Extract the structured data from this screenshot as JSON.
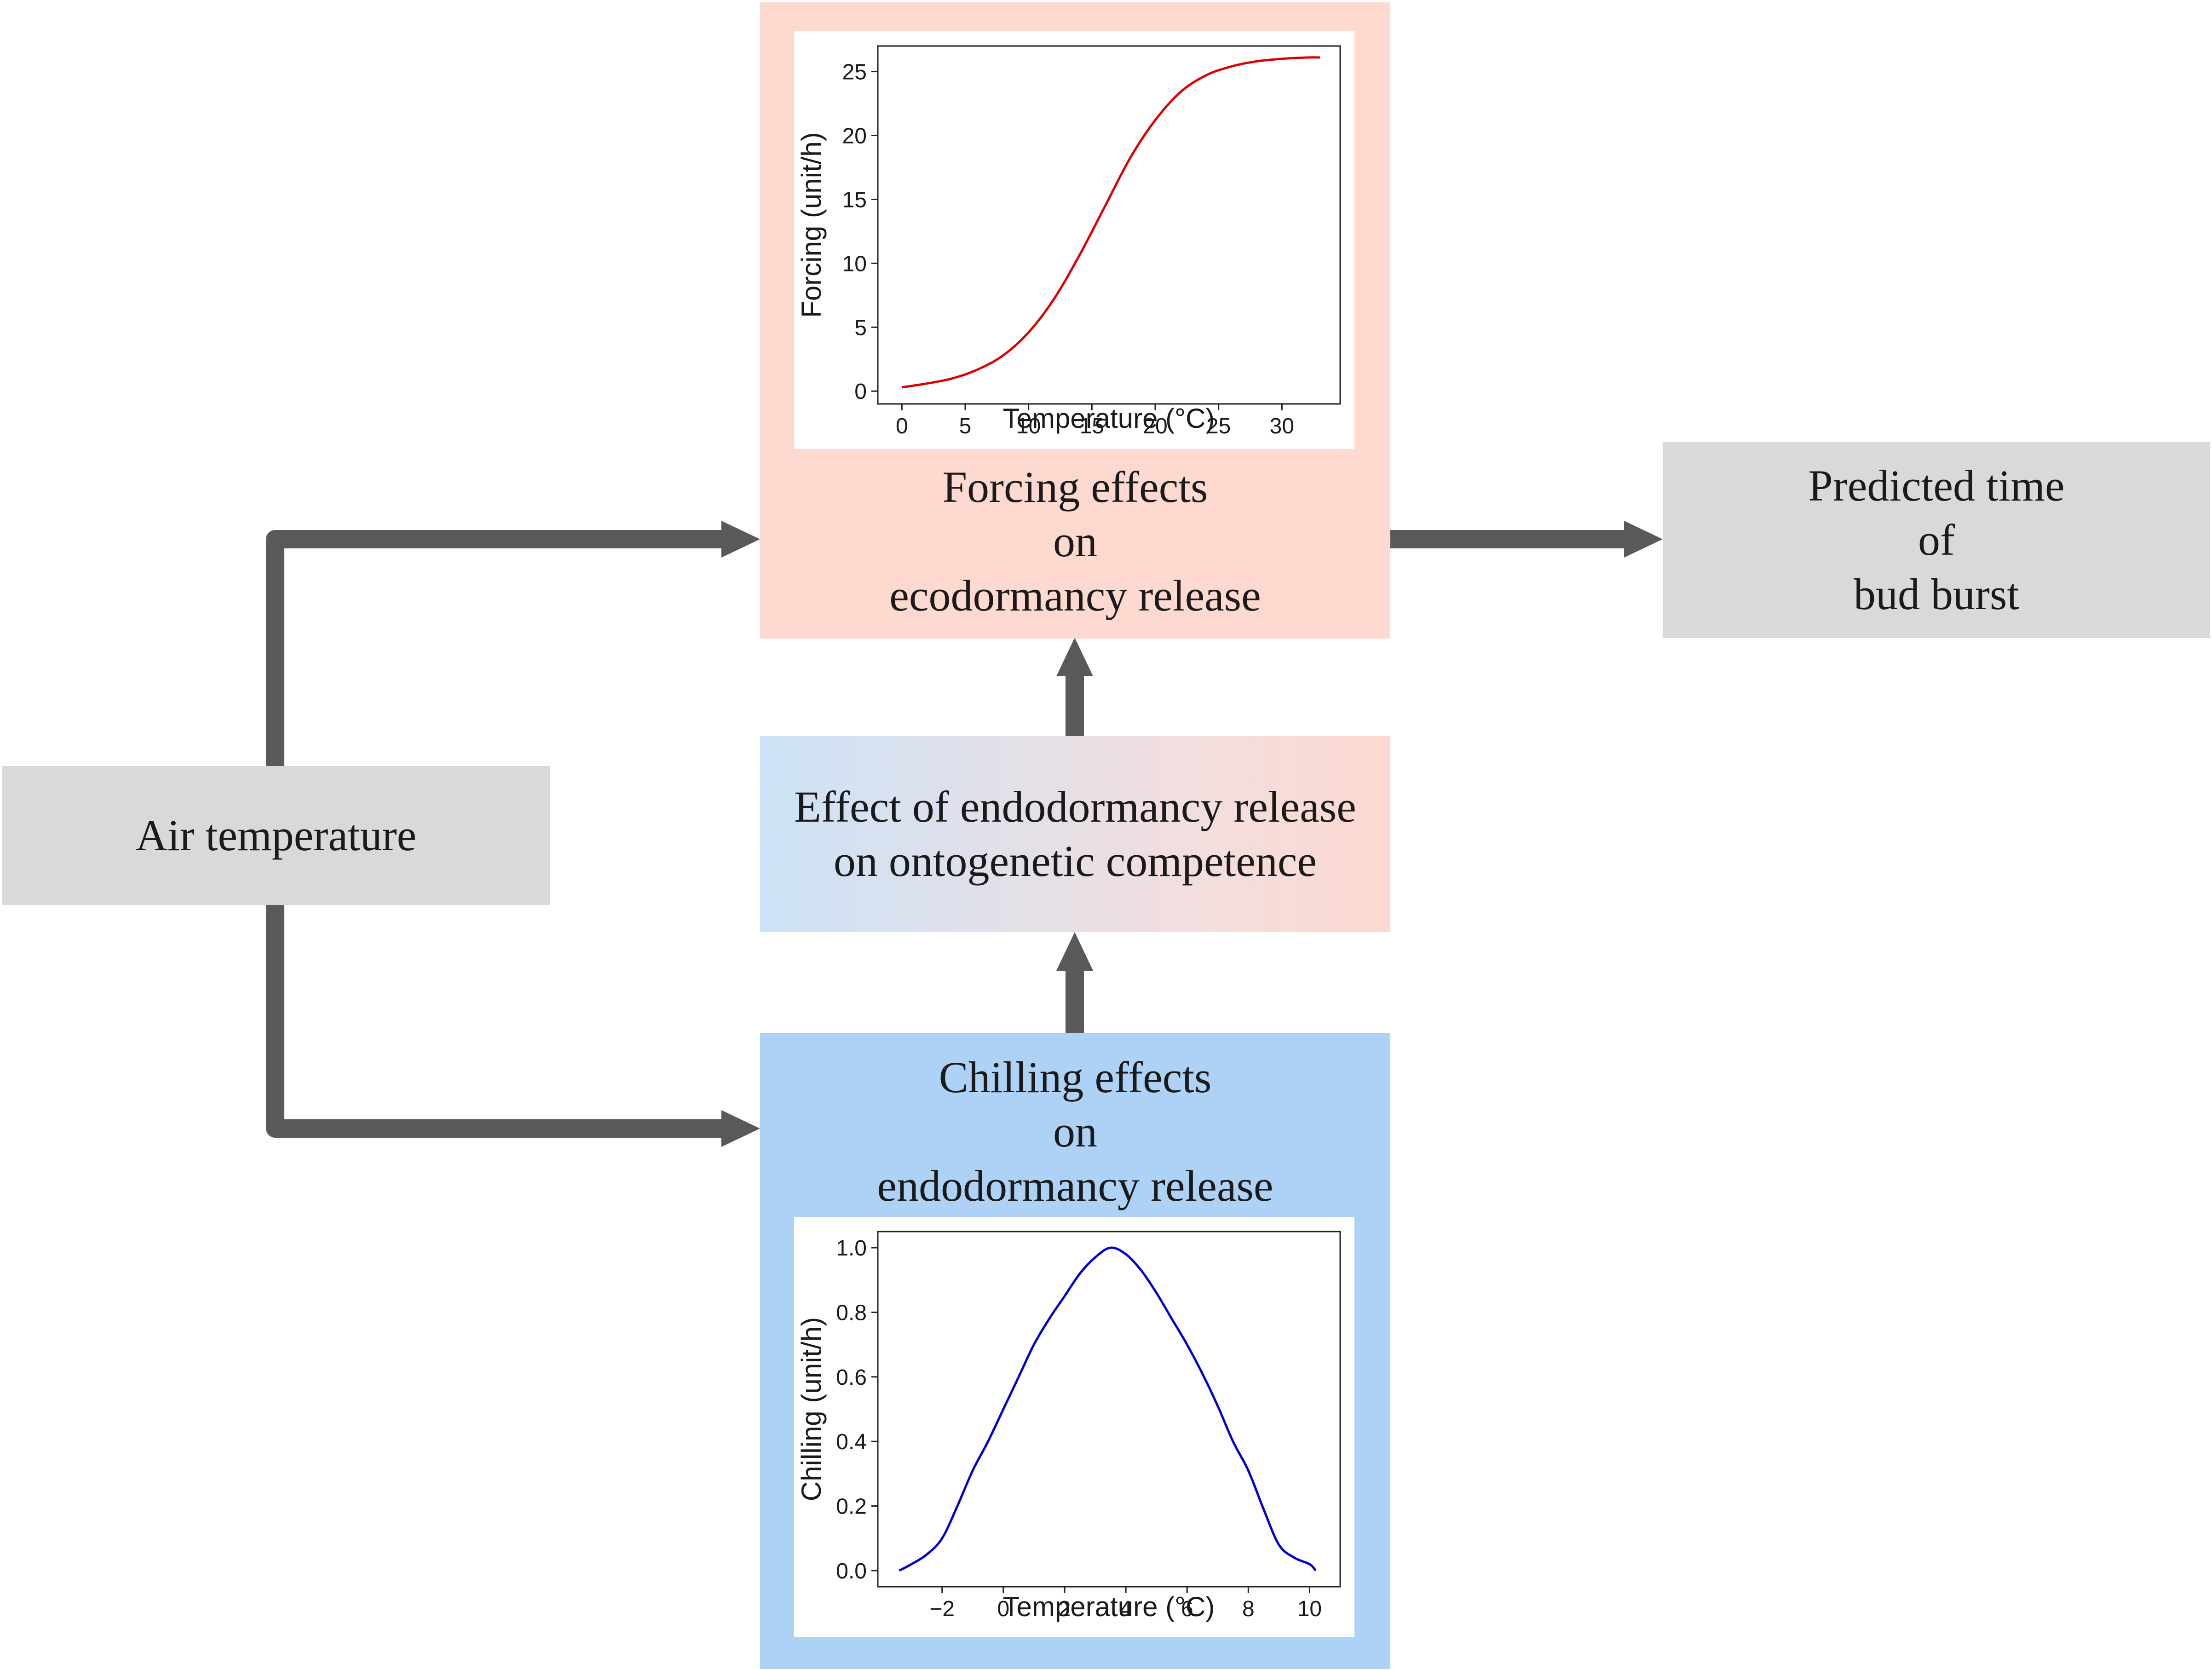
{
  "nodes": {
    "air_temperature": "Air temperature",
    "forcing": [
      "Forcing effects",
      "on",
      "ecodormancy release"
    ],
    "predicted": [
      "Predicted time",
      "of",
      "bud burst"
    ],
    "endodormancy_effect": [
      "Effect of endodormancy release",
      "on ontogenetic competence"
    ],
    "chilling": [
      "Chilling effects",
      "on",
      "endodormancy release"
    ]
  },
  "colors": {
    "forcing_box": "#fdd9d0",
    "chilling_box": "#aed2f6",
    "gray_box": "#d9d9d9",
    "arrow": "#595959",
    "forcing_curve": "#dd0000",
    "chilling_curve": "#0000cc"
  },
  "chart_data": [
    {
      "type": "line",
      "title": "",
      "xlabel": "Temperature (°C)",
      "ylabel": "Forcing (unit/h)",
      "xlim": [
        -1.9,
        34.6
      ],
      "ylim": [
        -1.0,
        27.0
      ],
      "xticks": [
        0,
        5,
        10,
        15,
        20,
        25,
        30
      ],
      "yticks": [
        0,
        5,
        10,
        15,
        20,
        25
      ],
      "series": [
        {
          "x": [
            0,
            2,
            4,
            6,
            8,
            10,
            12,
            14,
            16,
            18,
            20,
            22,
            24,
            26,
            28,
            30,
            32,
            33
          ],
          "values": [
            0.3,
            0.6,
            1.0,
            1.7,
            2.8,
            4.6,
            7.2,
            10.6,
            14.4,
            18.2,
            21.2,
            23.4,
            24.7,
            25.4,
            25.8,
            26.0,
            26.1,
            26.1
          ]
        }
      ]
    },
    {
      "type": "line",
      "title": "",
      "xlabel": "Temperature (°C)",
      "ylabel": "Chilling (unit/h)",
      "xlim": [
        -4.1,
        11.0
      ],
      "ylim": [
        -0.05,
        1.05
      ],
      "xticks": [
        -2,
        0,
        2,
        4,
        6,
        8,
        10
      ],
      "xtick_labels": [
        "−2",
        "0",
        "2",
        "4",
        "6",
        "8",
        "10"
      ],
      "yticks": [
        0.0,
        0.2,
        0.4,
        0.6,
        0.8,
        1.0
      ],
      "ytick_labels": [
        "0.0",
        "0.2",
        "0.4",
        "0.6",
        "0.8",
        "1.0"
      ],
      "series": [
        {
          "x": [
            -3.4,
            -3.0,
            -2.5,
            -2.0,
            -1.5,
            -1.0,
            -0.5,
            0.0,
            0.5,
            1.0,
            1.5,
            2.0,
            2.5,
            3.0,
            3.5,
            4.0,
            4.5,
            5.0,
            5.5,
            6.0,
            6.5,
            7.0,
            7.5,
            8.0,
            8.5,
            9.0,
            9.5,
            10.0,
            10.2
          ],
          "values": [
            0.0,
            0.02,
            0.05,
            0.1,
            0.2,
            0.31,
            0.4,
            0.5,
            0.6,
            0.7,
            0.78,
            0.85,
            0.92,
            0.97,
            1.0,
            0.98,
            0.93,
            0.86,
            0.78,
            0.7,
            0.61,
            0.51,
            0.4,
            0.31,
            0.19,
            0.08,
            0.04,
            0.02,
            0.0
          ]
        }
      ]
    }
  ]
}
